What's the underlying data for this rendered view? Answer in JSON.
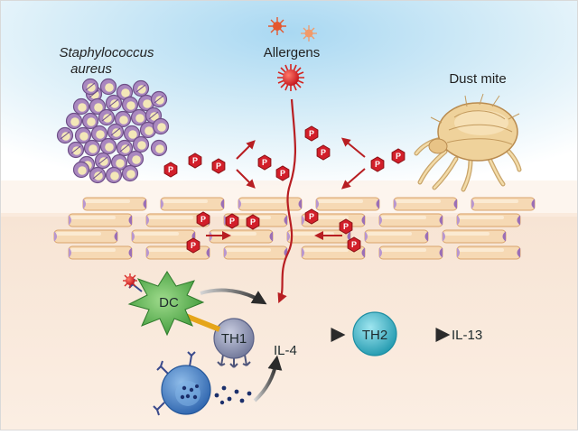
{
  "labels": {
    "bacteria": [
      "Staphylococcus",
      "aureus"
    ],
    "allergens": "Allergens",
    "dust_mite": "Dust mite",
    "dc": "DC",
    "th1": "TH1",
    "th2": "TH2",
    "il4": "IL-4",
    "il13": "IL-13"
  },
  "protease_symbol": "P",
  "colors": {
    "protease": "#d21f2a",
    "arrow_red": "#b81e22",
    "epithelium": "#f6d9b4",
    "junction": "#9b6fb6",
    "bacteria": "#a987bf",
    "dc": "#4fb04a",
    "t_cell": "#8f95b5",
    "th2": "#3fb6c8",
    "b_cell": "#3a78c3",
    "sky": "#bfe1f4",
    "dermis": "#f6e3d3"
  },
  "icons": [
    "allergen-particle-icon",
    "dust-mite-icon",
    "protease-icon",
    "bacteria-cluster-icon",
    "dendritic-cell-icon",
    "t-cell-icon",
    "b-cell-icon",
    "arrow-icon"
  ]
}
